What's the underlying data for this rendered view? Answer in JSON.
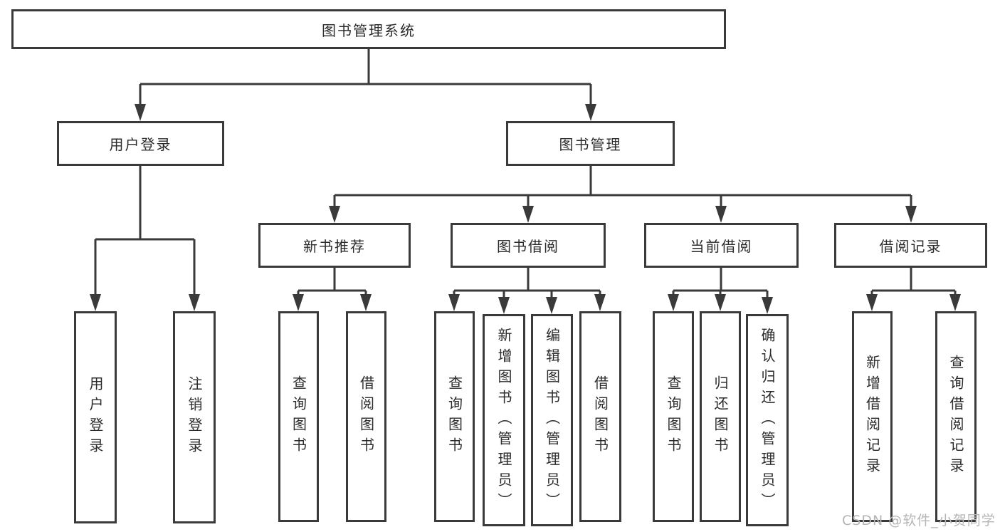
{
  "diagram": {
    "title": "图书管理系统",
    "level2": {
      "user_login": {
        "label": "用户登录",
        "children": {
          "login": "用户登录",
          "logout": "注销登录"
        }
      },
      "book_mgmt": {
        "label": "图书管理",
        "sections": {
          "new_book": {
            "label": "新书推荐",
            "children": {
              "query": "查询图书",
              "borrow": "借阅图书"
            }
          },
          "book_borrow": {
            "label": "图书借阅",
            "children": {
              "query": "查询图书",
              "add": "新增图书（管理员）",
              "edit": "编辑图书（管理员）",
              "borrow": "借阅图书"
            }
          },
          "current_borrow": {
            "label": "当前借阅",
            "children": {
              "query": "查询图书",
              "return": "归还图书",
              "confirm": "确认归还（管理员）"
            }
          },
          "borrow_record": {
            "label": "借阅记录",
            "children": {
              "add": "新增借阅记录",
              "query": "查询借阅记录"
            }
          }
        }
      }
    },
    "watermark": "CSDN @软件_小贺同学",
    "colors": {
      "line": "#3a3a3a",
      "text": "#2b2b2b",
      "watermark": "#b5b5b5",
      "background": "#ffffff"
    }
  }
}
